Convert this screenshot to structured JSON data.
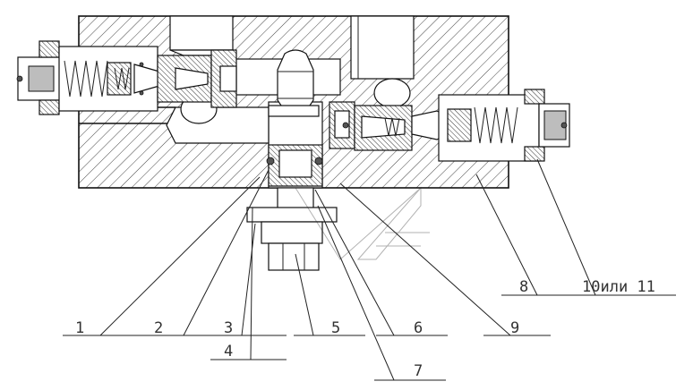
{
  "callouts": [
    {
      "id": "c1",
      "label": "1"
    },
    {
      "id": "c2",
      "label": "2"
    },
    {
      "id": "c3",
      "label": "3"
    },
    {
      "id": "c4",
      "label": "4"
    },
    {
      "id": "c5",
      "label": "5"
    },
    {
      "id": "c6",
      "label": "6"
    },
    {
      "id": "c7",
      "label": "7"
    },
    {
      "id": "c8",
      "label": "8"
    },
    {
      "id": "c9",
      "label": "9"
    },
    {
      "id": "c10",
      "label": "10или 11"
    }
  ]
}
